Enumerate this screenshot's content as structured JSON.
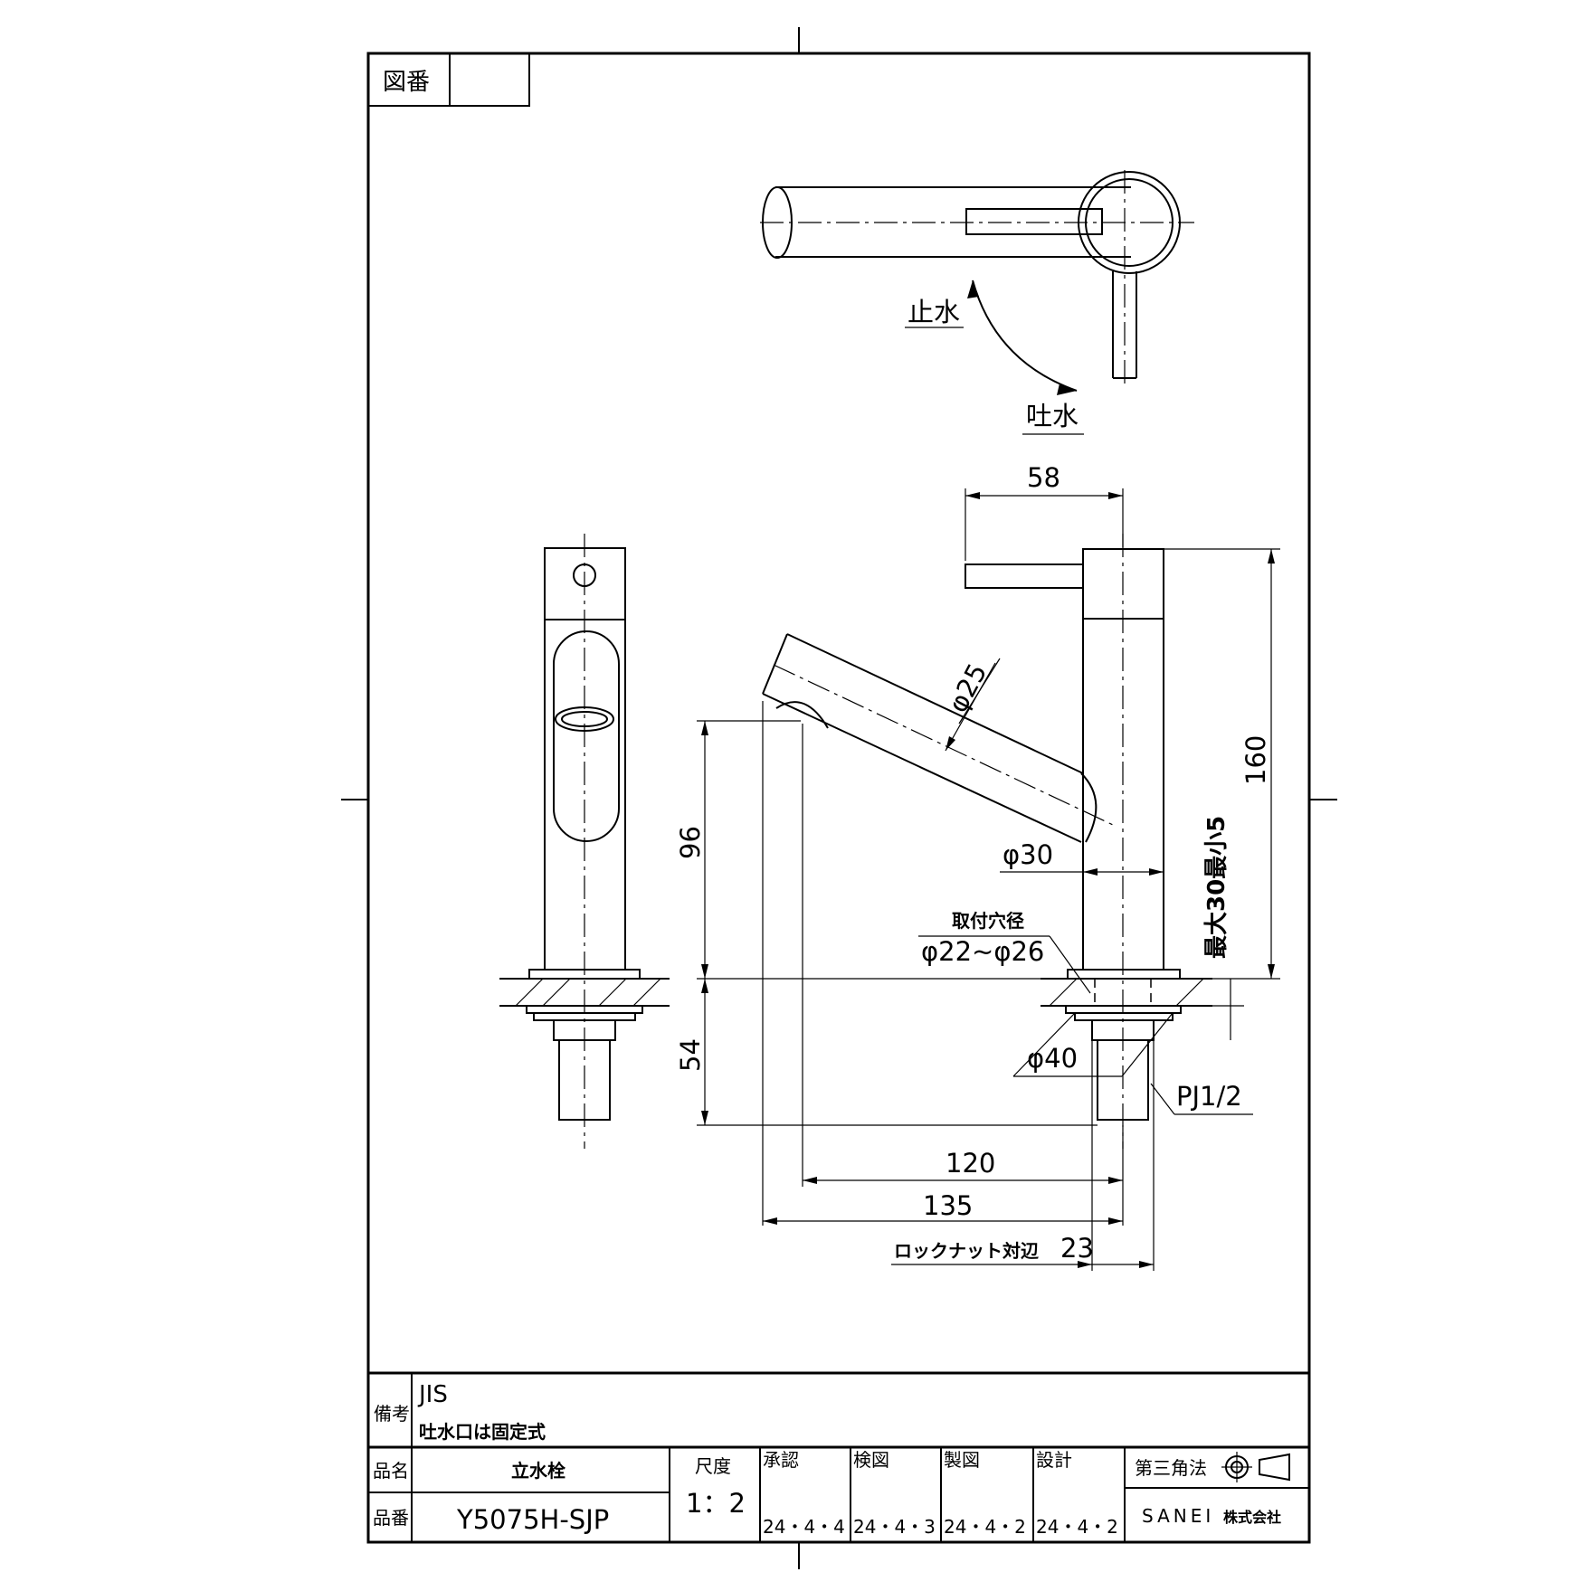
{
  "drawing_number_label": "図番",
  "drawing_number": "",
  "top_view": {
    "stop_label": "止水",
    "discharge_label": "吐水"
  },
  "dimensions": {
    "d58": "58",
    "d160": "160",
    "phi25": "φ25",
    "phi30": "φ30",
    "d96": "96",
    "d54": "54",
    "d120": "120",
    "d135": "135",
    "locknut": "ロックナット対辺",
    "locknut_value": "23",
    "mount_hole_label": "取付穴径",
    "mount_hole_value": "φ22~φ26",
    "phi40": "φ40",
    "pj": "PJ1/2",
    "thickness": "最大30最小5"
  },
  "title_block": {
    "remarks_label": "備考",
    "remarks_line1": "JIS",
    "remarks_line2": "吐水口は固定式",
    "name_label": "品名",
    "name_value": "立水栓",
    "number_label": "品番",
    "number_value": "Y5075H-SJP",
    "scale_label": "尺度",
    "scale_value": "1：2",
    "approve_label": "承認",
    "approve_date": "24・4・4",
    "check_label": "検図",
    "check_date": "24・4・3",
    "draw_label": "製図",
    "draw_date": "24・4・2",
    "design_label": "設計",
    "design_date": "24・4・2",
    "projection_label": "第三角法",
    "company": "SANEI",
    "company_suffix": "株式会社"
  }
}
